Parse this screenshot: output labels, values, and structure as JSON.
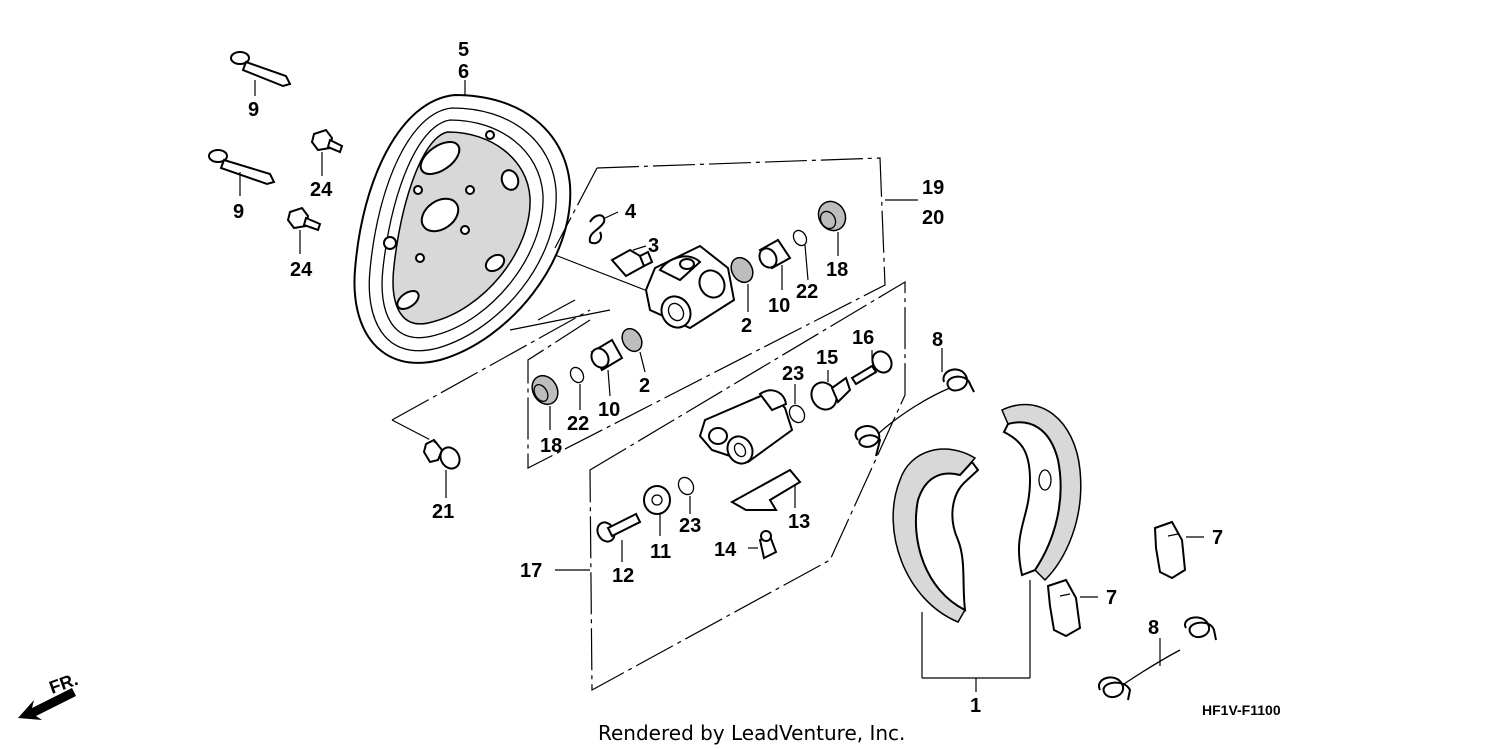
{
  "callouts": {
    "c1": "1",
    "c2a": "2",
    "c2b": "2",
    "c3": "3",
    "c4": "4",
    "c5": "5",
    "c6": "6",
    "c7a": "7",
    "c7b": "7",
    "c8a": "8",
    "c8b": "8",
    "c9a": "9",
    "c9b": "9",
    "c10a": "10",
    "c10b": "10",
    "c11": "11",
    "c12": "12",
    "c13": "13",
    "c14": "14",
    "c15": "15",
    "c16": "16",
    "c17": "17",
    "c18a": "18",
    "c18b": "18",
    "c19": "19",
    "c20": "20",
    "c21": "21",
    "c22a": "22",
    "c22b": "22",
    "c23a": "23",
    "c23b": "23",
    "c24a": "24",
    "c24b": "24"
  },
  "direction_label": "FR.",
  "diagram_code": "HF1V-F1100",
  "credit": "Rendered by LeadVenture, Inc."
}
